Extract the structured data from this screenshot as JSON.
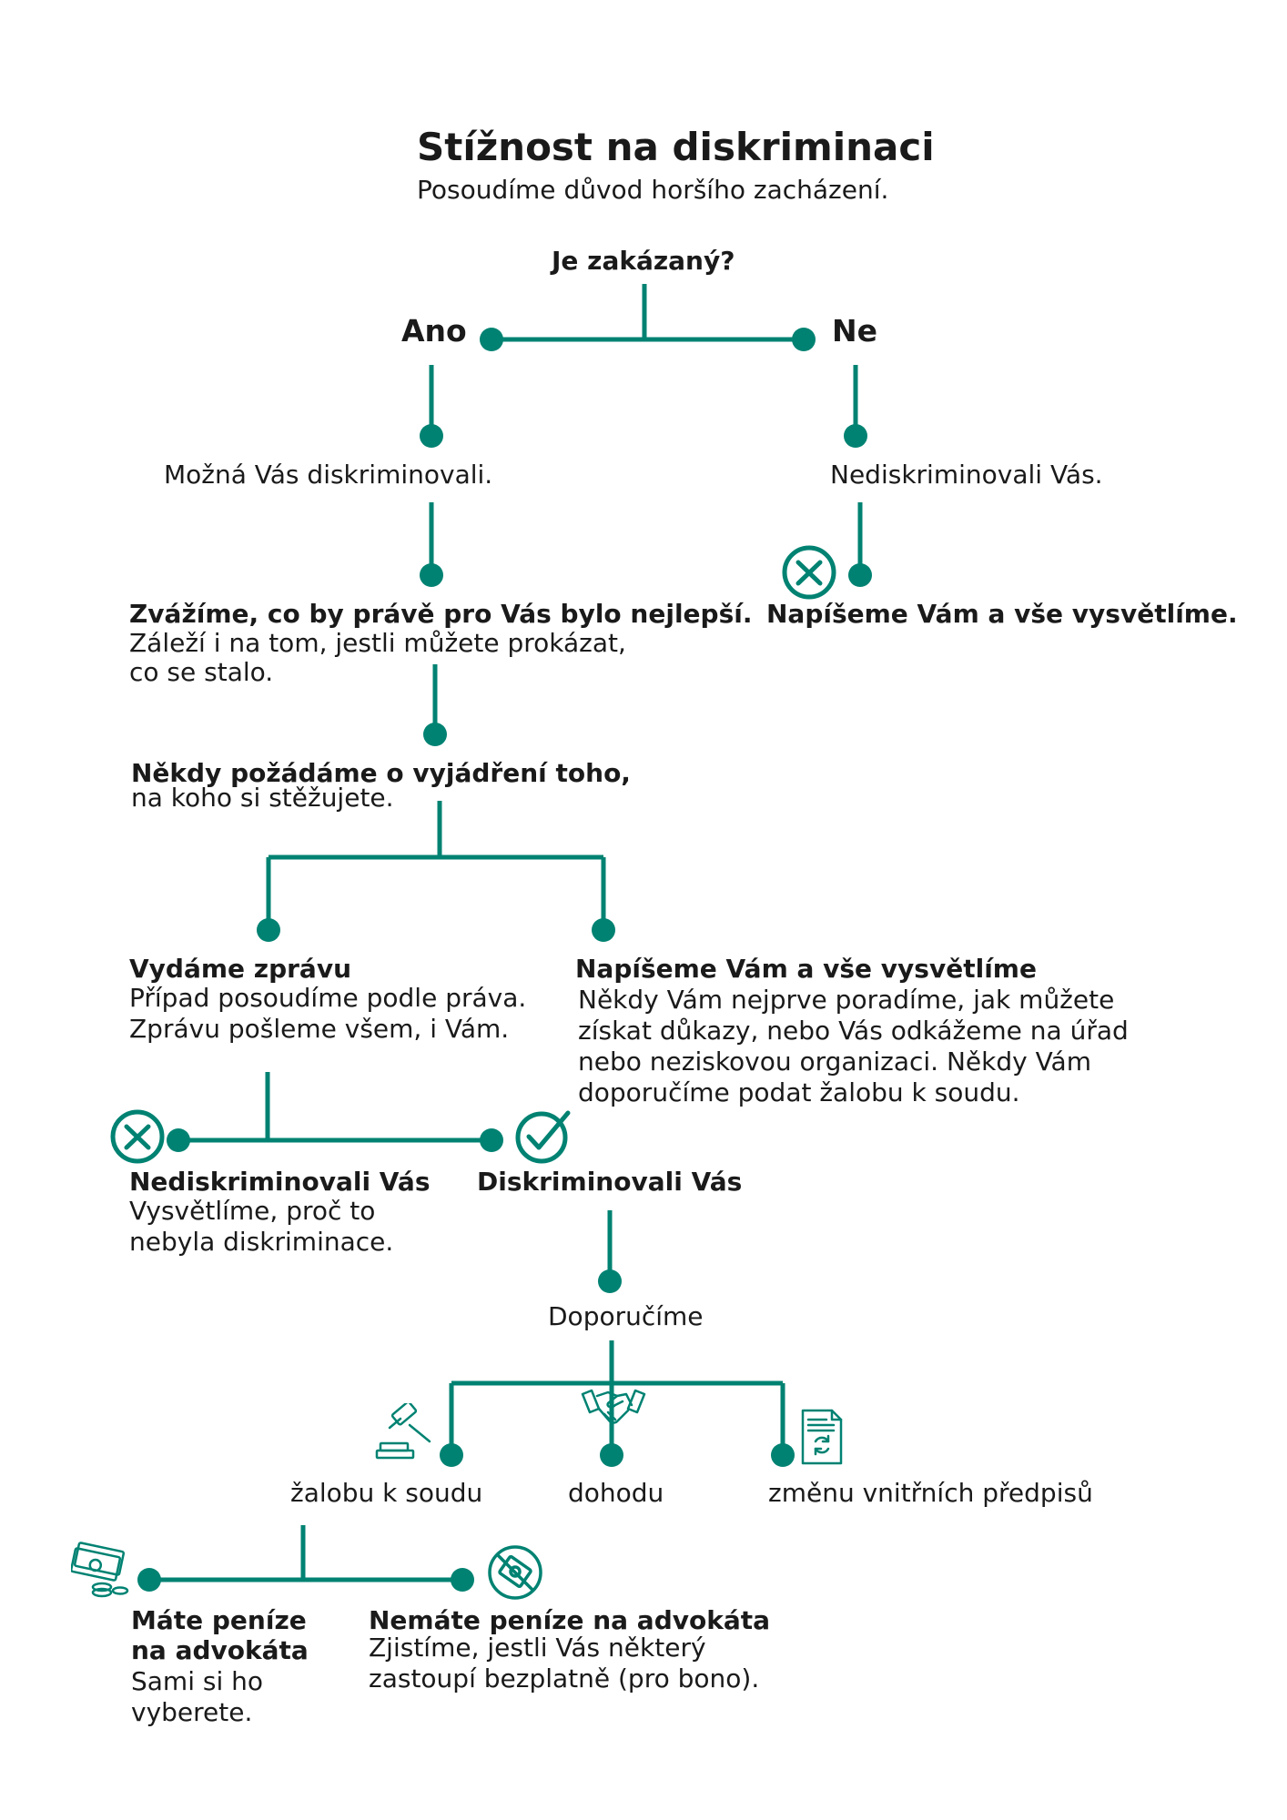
{
  "header": {
    "title": "Stížnost na diskriminaci",
    "subtitle": "Posoudíme důvod horšího zacházení."
  },
  "question": "Je zakázaný?",
  "answers": {
    "yes": "Ano",
    "no": "Ne"
  },
  "branch_no": {
    "result": "Nediskriminovali Vás.",
    "action": "Napíšeme Vám a vše vysvětlíme."
  },
  "branch_yes": {
    "possible": "Možná Vás diskriminovali.",
    "consider_title": "Zvážíme, co by právě pro Vás bylo nejlepší.",
    "consider_line1": "Záleží i na tom, jestli můžete prokázat,",
    "consider_line2": "co se stalo.",
    "request_title": "Někdy požádáme o vyjádření toho,",
    "request_line2": "na koho si stěžujete."
  },
  "report": {
    "title": "Vydáme zprávu",
    "line1": "Případ posoudíme podle práva.",
    "line2": "Zprávu pošleme všem, i Vám."
  },
  "letter": {
    "title": "Napíšeme Vám a vše vysvětlíme",
    "lines": [
      "Někdy Vám nejprve poradíme, jak můžete",
      "získat důkazy, nebo Vás odkážeme na úřad",
      "nebo neziskovou organizaci. Někdy Vám",
      "doporučíme podat žalobu k soudu."
    ]
  },
  "outcome_no": {
    "title": "Nediskriminovali Vás",
    "line1": "Vysvětlíme, proč to",
    "line2": "nebyla diskriminace."
  },
  "outcome_yes": {
    "title": "Diskriminovali Vás"
  },
  "recommend": {
    "label": "Doporučíme",
    "options": [
      "žalobu k soudu",
      "dohodu",
      "změnu vnitřních předpisů"
    ]
  },
  "money": {
    "has_title1": "Máte peníze",
    "has_title2": "na advokáta",
    "has_line1": "Sami si ho",
    "has_line2": "vyberete.",
    "no_title": "Nemáte peníze na advokáta",
    "no_line1": "Zjistíme, jestli Vás některý",
    "no_line2": "zastoupí bezplatně (pro bono)."
  },
  "icons": {
    "cross_no": "cross-circle-icon",
    "cross_report": "cross-circle-icon",
    "check": "check-circle-icon",
    "gavel": "gavel-icon",
    "handshake": "handshake-icon",
    "document": "document-refresh-icon",
    "money": "money-icon",
    "no_money": "no-money-icon"
  },
  "colors": {
    "accent": "#008272",
    "text": "#1a1a1a"
  }
}
